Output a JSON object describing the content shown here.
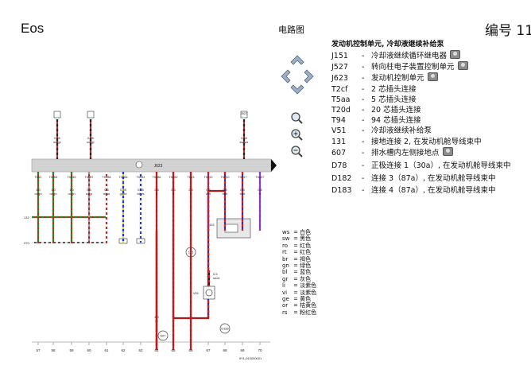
{
  "header": {
    "model": "Eos",
    "doc_title": "电路图",
    "number_label": "编号 11"
  },
  "caption": "发动机控制单元, 冷却液继续补给泵",
  "components": [
    {
      "code": "J151",
      "desc": "冷却液继续循环继电器",
      "camera": true
    },
    {
      "code": "J527",
      "desc": "转向柱电子装置控制单元",
      "camera": true
    },
    {
      "code": "J623",
      "desc": "发动机控制单元",
      "camera": true
    },
    {
      "code": "T2cf",
      "desc": "2 芯插头连接",
      "camera": false
    },
    {
      "code": "T5aa",
      "desc": "5 芯插头连接",
      "camera": false
    },
    {
      "code": "T20d",
      "desc": "20 芯插头连接",
      "camera": false
    },
    {
      "code": "T94",
      "desc": "94 芯插头连接",
      "camera": false
    },
    {
      "code": "V51",
      "desc": "冷却液继续补给泵",
      "camera": false
    },
    {
      "code": "131",
      "desc": "接地连接 2, 在发动机舱导线束中",
      "camera": false
    },
    {
      "code": "607",
      "desc": "排水槽内左侧接地点",
      "camera": true
    },
    {
      "code": "D78",
      "desc": "正极连接 1（30a）, 在发动机舱导线束中",
      "camera": false
    },
    {
      "code": "D182",
      "desc": "连接 3（87a）, 在发动机舱导线束中",
      "camera": false
    },
    {
      "code": "D183",
      "desc": "连接 4（87a）, 在发动机舱导线束中",
      "camera": false
    }
  ],
  "color_key": [
    {
      "code": "ws",
      "name": "白色"
    },
    {
      "code": "sw",
      "name": "黑色"
    },
    {
      "code": "ro",
      "name": "红色"
    },
    {
      "code": "rt",
      "name": "红色"
    },
    {
      "code": "br",
      "name": "褐色"
    },
    {
      "code": "gn",
      "name": "绿色"
    },
    {
      "code": "bl",
      "name": "蓝色"
    },
    {
      "code": "gr",
      "name": "灰色"
    },
    {
      "code": "li",
      "name": "淡紫色"
    },
    {
      "code": "vi",
      "name": "淡紫色"
    },
    {
      "code": "ge",
      "name": "黄色"
    },
    {
      "code": "or",
      "name": "桔黄色"
    },
    {
      "code": "rs",
      "name": "粉红色"
    }
  ],
  "diagram": {
    "ecu_label": "J623",
    "j527_label": "J527",
    "j151_label": "J151",
    "v51_label": "V51",
    "side_labels": [
      "132",
      "370"
    ],
    "grounds": [
      "607",
      "131",
      "D183"
    ],
    "connectors": [
      "T94/1",
      "T94/64",
      "T94/45",
      "T94/87",
      "T94/88",
      "T94/66",
      "T94/81",
      "T94/86",
      "T94/62",
      "T94/3",
      "T94/19",
      "T94/10",
      "T94/17",
      "T94/27"
    ],
    "top_feeds": [
      {
        "label": "0.35",
        "color": "sw/gr"
      },
      {
        "label": "0.35",
        "color": "sw/gr"
      },
      {
        "label": "0.35",
        "color": "sw/ws"
      }
    ],
    "wires": [
      {
        "gauge": "1.0",
        "color": "ro/gn",
        "colors": [
          "#d42020",
          "#2a8a2a"
        ]
      },
      {
        "gauge": "1.0",
        "color": "ro/gn",
        "colors": [
          "#d42020",
          "#2a8a2a"
        ]
      },
      {
        "gauge": "1.0",
        "color": "ro/gn",
        "colors": [
          "#d42020",
          "#2a8a2a"
        ]
      },
      {
        "gauge": "0.5",
        "color": "ro/gr",
        "colors": [
          "#d42020",
          "#9a9a9a"
        ]
      },
      {
        "gauge": "0.5",
        "color": "rt/ws",
        "colors": [
          "#d42020",
          "#ffffff"
        ]
      },
      {
        "gauge": "0.35",
        "color": "ge/bl",
        "colors": [
          "#e5d800",
          "#1d34d6"
        ]
      },
      {
        "gauge": "0.35",
        "color": "bl/ws",
        "colors": [
          "#1d34d6",
          "#ffffff"
        ]
      },
      {
        "gauge": "2.5",
        "color": "rt",
        "colors": [
          "#c41818",
          "#c41818"
        ]
      },
      {
        "gauge": "2.5",
        "color": "rt",
        "colors": [
          "#c41818",
          "#c41818"
        ]
      },
      {
        "gauge": "2.5",
        "color": "rt",
        "colors": [
          "#c41818",
          "#c41818"
        ]
      },
      {
        "gauge": "0.5",
        "color": "vi/rt",
        "colors": [
          "#7a2aa8",
          "#d42020"
        ]
      },
      {
        "gauge": "0.5",
        "color": "bl/rt",
        "colors": [
          "#1d34d6",
          "#d42020"
        ]
      },
      {
        "gauge": "0.5",
        "color": "bl/rt",
        "colors": [
          "#1d34d6",
          "#d42020"
        ]
      },
      {
        "gauge": "0.5",
        "color": "vi",
        "colors": [
          "#8b3ab8",
          "#8b3ab8"
        ]
      }
    ],
    "bottom_numbers": [
      "57",
      "58",
      "59",
      "60",
      "61",
      "62",
      "63",
      "64",
      "65",
      "66",
      "67",
      "68",
      "69",
      "70"
    ],
    "ground_wire": {
      "gauge": "4.0",
      "color": "br"
    },
    "v51_wire": {
      "gauge": "0.5",
      "color": "sw/rt"
    },
    "footer_code": "9Y1-010000001"
  },
  "palette": {
    "red": "#d42020",
    "green": "#2a8a2a",
    "blue": "#1d34d6",
    "yellow": "#e5d800",
    "violet": "#8b3ab8",
    "brown": "#7a4a22",
    "bar": "#d2d2d2"
  }
}
